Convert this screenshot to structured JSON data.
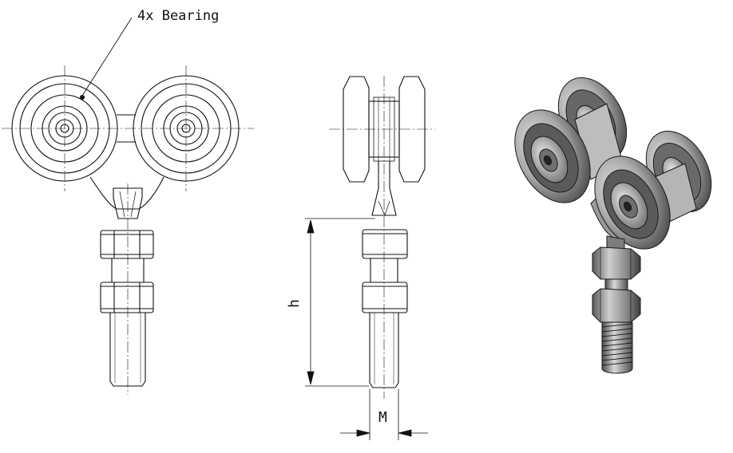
{
  "callout": {
    "text": "4x Bearing"
  },
  "dimensions": {
    "height_label": "h",
    "thread_label": "M"
  },
  "colors": {
    "line": "#111111",
    "steel_dark": "#3c3c3c",
    "steel_mid": "#8a8a8a",
    "steel_light": "#d2d2d2"
  },
  "views": [
    {
      "name": "front-view"
    },
    {
      "name": "side-view"
    },
    {
      "name": "isometric-view"
    }
  ]
}
